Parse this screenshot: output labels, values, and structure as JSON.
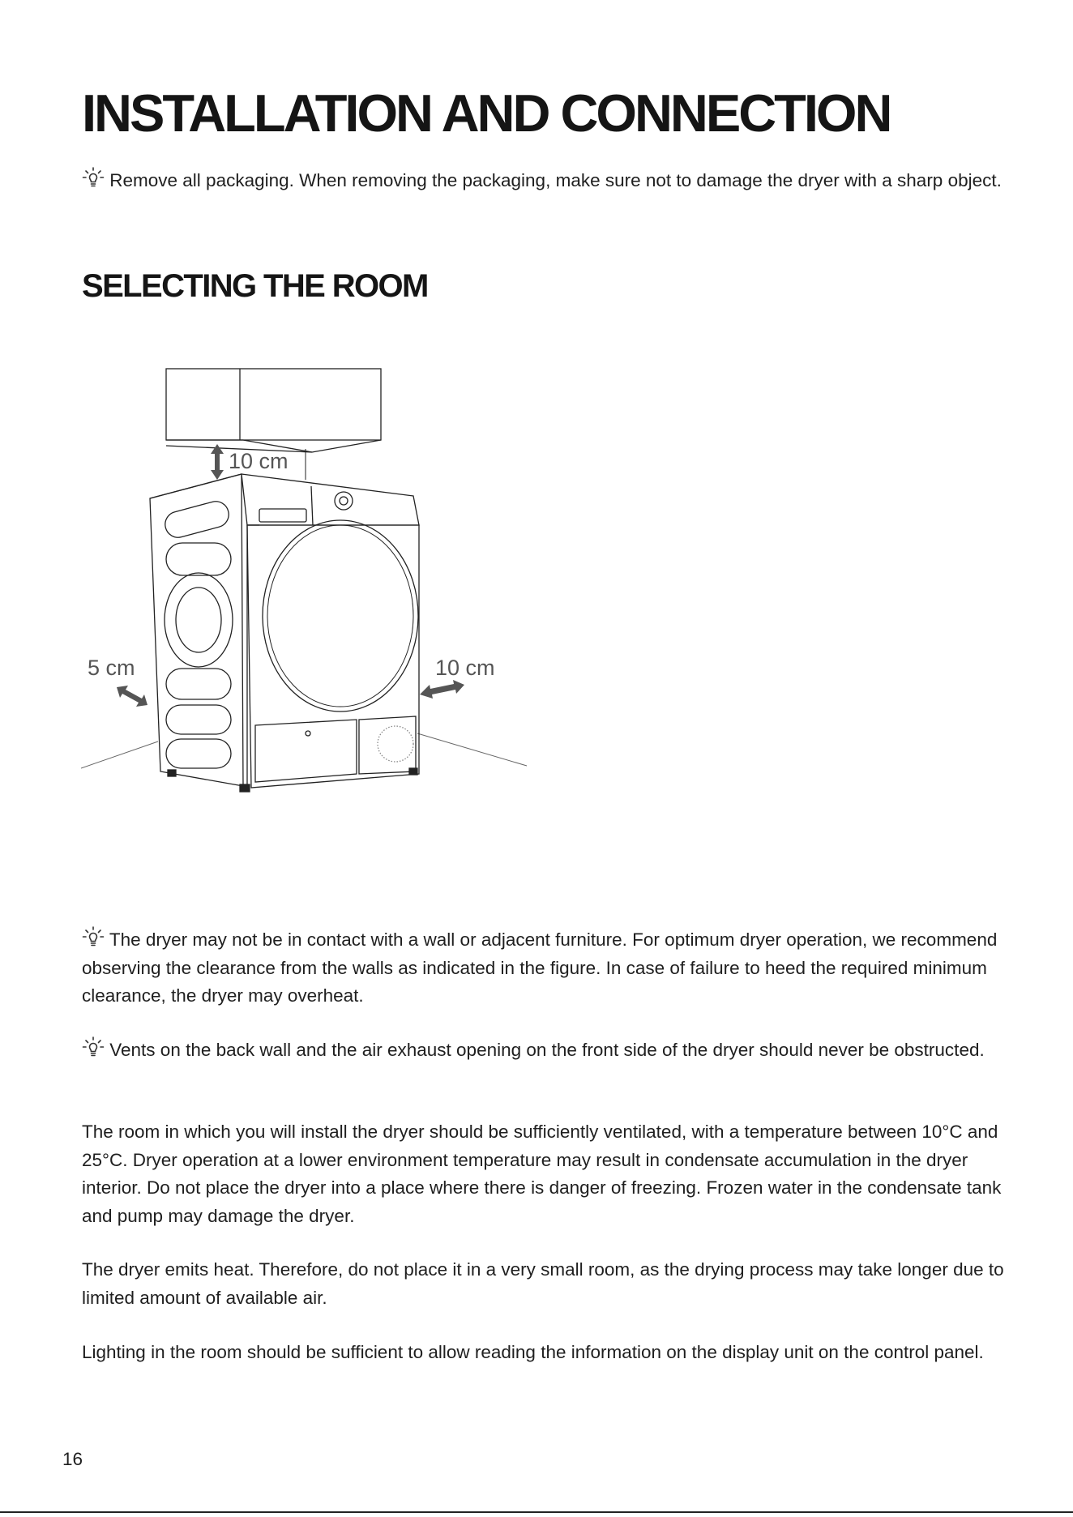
{
  "page": {
    "title": "INSTALLATION AND CONNECTION",
    "intro_tip": "Remove all packaging. When removing the packaging, make sure not to damage the dryer with a sharp object.",
    "section_title": "SELECTING THE ROOM",
    "figure": {
      "label_top": "10 cm",
      "label_left": "5 cm",
      "label_right": "10 cm"
    },
    "tips": [
      "The dryer may not be in contact with a wall or adjacent furniture. For optimum dryer operation, we recommend observing the clearance from the walls as indicated in the figure. In case of failure to heed the required minimum clearance, the dryer may overheat.",
      "Vents on the back wall and the air exhaust opening on the front side of the dryer should never be obstructed."
    ],
    "paragraphs": [
      "The room in which you will install the dryer should be sufficiently ventilated, with a temperature between 10°C and 25°C. Dryer operation at a lower environment temperature may result in condensate accumulation in the dryer interior. Do not place the dryer into a place where there is danger of freezing. Frozen water in the condensate tank and pump may damage the dryer.",
      "The dryer emits heat. Therefore, do not place it in a very small room, as the drying process may take longer due to limited amount of available air.",
      "Lighting in the room should be sufficient to allow reading the information on the display unit on the control panel."
    ],
    "page_number": "16"
  },
  "icons": {
    "tip": "lightbulb-icon"
  }
}
